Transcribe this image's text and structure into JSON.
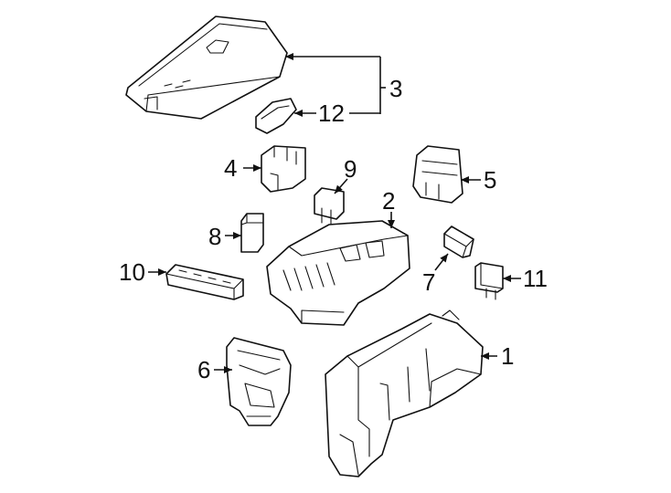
{
  "callouts": {
    "c1": "1",
    "c2": "2",
    "c3": "3",
    "c4": "4",
    "c5": "5",
    "c6": "6",
    "c7": "7",
    "c8": "8",
    "c9": "9",
    "c10": "10",
    "c11": "11",
    "c12": "12"
  },
  "colors": {
    "line": "#111111",
    "background": "#ffffff"
  }
}
